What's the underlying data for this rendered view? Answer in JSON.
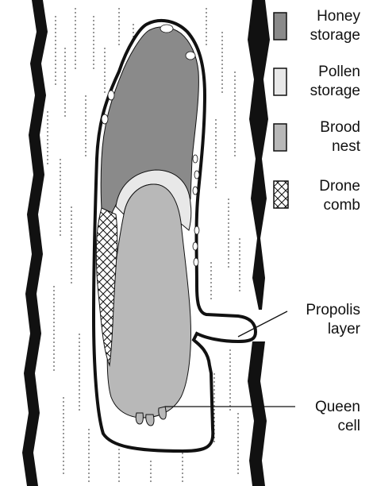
{
  "colors": {
    "honey": "#8a8a8a",
    "pollen": "#e8e8e8",
    "brood": "#b8b8b8",
    "wood": "#ffffff",
    "outline": "#111111"
  },
  "legend": [
    {
      "key": "honey",
      "line1": "Honey",
      "line2": "storage",
      "swatch": "honey"
    },
    {
      "key": "pollen",
      "line1": "Pollen",
      "line2": "storage",
      "swatch": "pollen"
    },
    {
      "key": "brood",
      "line1": "Brood",
      "line2": "nest",
      "swatch": "brood"
    },
    {
      "key": "drone",
      "line1": "Drone",
      "line2": "comb",
      "swatch": "hatch"
    }
  ],
  "callouts": {
    "propolis": {
      "line1": "Propolis",
      "line2": "layer"
    },
    "queen": {
      "line1": "Queen",
      "line2": "cell"
    }
  }
}
